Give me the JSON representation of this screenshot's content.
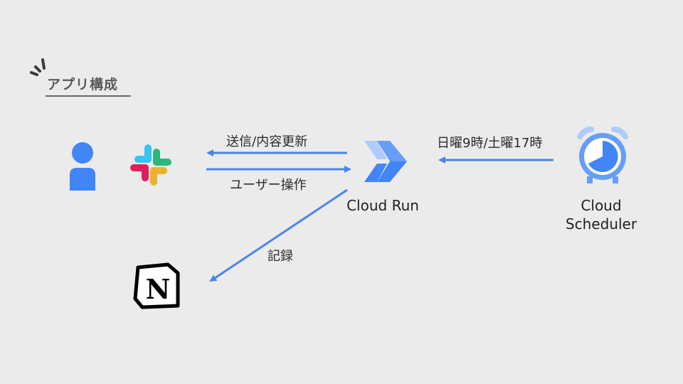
{
  "title": "アプリ構成",
  "nodes": {
    "user": {
      "icon": "user-icon"
    },
    "slack": {
      "icon": "slack-logo-icon"
    },
    "cloud_run": {
      "icon": "cloud-run-icon",
      "label": "Cloud Run"
    },
    "cloud_scheduler": {
      "icon": "cloud-scheduler-icon",
      "label_line1": "Cloud",
      "label_line2": "Scheduler"
    },
    "notion": {
      "icon": "notion-logo-icon",
      "letter": "N"
    }
  },
  "edges": {
    "send_update": "送信/内容更新",
    "user_operation": "ユーザー操作",
    "record": "記録",
    "schedule": "日曜9時/土曜17時"
  },
  "colors": {
    "background": "#ebebeb",
    "arrow": "#4a86e8",
    "google_blue": "#4285f4",
    "slack_blue": "#36c5f0",
    "slack_green": "#2eb67d",
    "slack_yellow": "#ecb22e",
    "slack_red": "#e01e5a"
  }
}
